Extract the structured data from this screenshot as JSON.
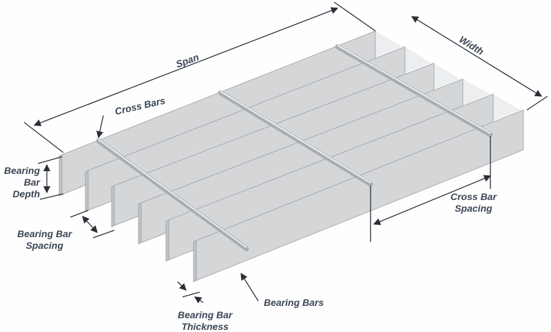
{
  "labels": {
    "span": "Span",
    "width": "Width",
    "cross_bars": "Cross Bars",
    "bearing_bar_depth": "Bearing\nBar\nDepth",
    "bearing_bar_spacing": "Bearing Bar\nSpacing",
    "cross_bar_spacing": "Cross Bar\nSpacing",
    "bearing_bars": "Bearing Bars",
    "bearing_bar_thickness": "Bearing Bar\nThickness"
  },
  "colors": {
    "label_text": "#3b4656",
    "dimension_line": "#2a2f38",
    "bar_face": "#d4d6d8",
    "bar_top": "#eceeef",
    "cross_bar": "#a9adb2"
  },
  "bearing_bar_count": 6,
  "cross_bar_count": 3
}
